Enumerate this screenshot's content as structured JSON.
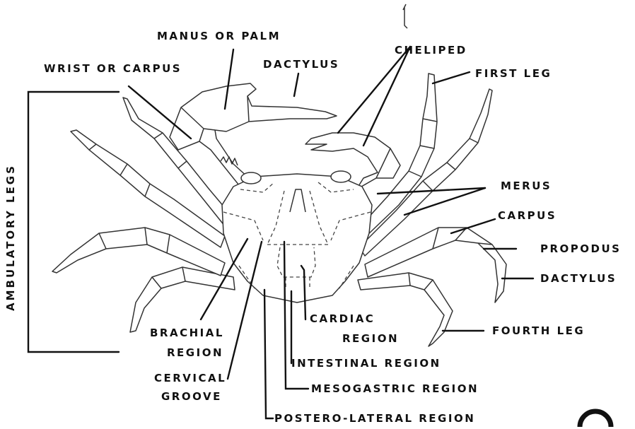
{
  "labels": {
    "manus": "MANUS OR PALM",
    "wrist": "WRIST OR CARPUS",
    "dactylus_top": "DACTYLUS",
    "cheliped": "CHELIPED",
    "first_leg": "FIRST LEG",
    "ambulatory": "AMBULATORY LEGS",
    "merus": "MERUS",
    "carpus": "CARPUS",
    "propodus": "PROPODUS",
    "dactylus_right": "DACTYLUS",
    "fourth_leg": "FOURTH LEG",
    "cardiac_1": "CARDIAC",
    "cardiac_2": "REGION",
    "brachial_1": "BRACHIAL",
    "brachial_2": "REGION",
    "intestinal": "INTESTINAL REGION",
    "cervical_1": "CERVICAL",
    "cervical_2": "GROOVE",
    "mesogastric": "MESOGASTRIC REGION",
    "postero": "POSTERO-LATERAL REGION"
  }
}
